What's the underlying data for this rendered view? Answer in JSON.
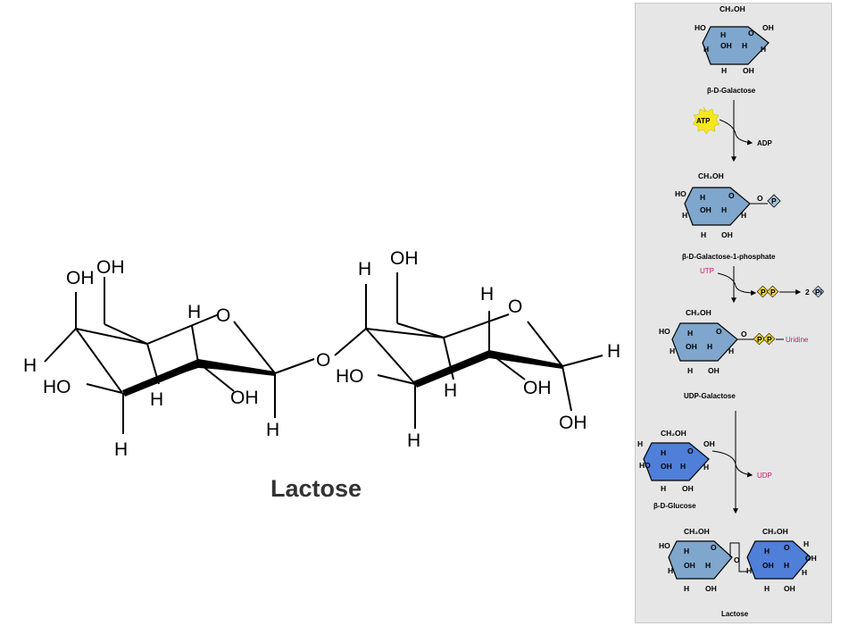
{
  "main": {
    "title": "Lactose",
    "ring1": {
      "oh_top": "OH",
      "oh_ch2": "OH",
      "h_left": "H",
      "ho_left": "HO",
      "h_bottom": "H",
      "h_mid": "H",
      "oh_low": "OH",
      "h_low": "H",
      "h_upper": "H",
      "o_ring": "O"
    },
    "bridge_o": "O",
    "ring2": {
      "h_top": "H",
      "oh_ch2": "OH",
      "h_upper": "H",
      "o_ring": "O",
      "h_right": "H",
      "ho_left": "HO",
      "h_mid": "H",
      "oh_mid": "OH",
      "h_bottom": "H",
      "oh_low": "OH"
    }
  },
  "pathway": {
    "galactose_label": "β-D-Galactose",
    "atp": "ATP",
    "adp": "ADP",
    "gal1p_label": "β-D-Galactose-1-phosphate",
    "utp": "UTP",
    "p": "P",
    "two": "2",
    "pi": "Pi",
    "udp_gal_label": "UDP-Galactose",
    "uridine": "Uridine",
    "udp": "UDP",
    "glucose_label": "β-D-Glucose",
    "lactose_label": "Lactose",
    "atoms": {
      "ch2oh": "CH₂OH",
      "oh": "OH",
      "ho": "HO",
      "h": "H",
      "o": "O"
    }
  },
  "colors": {
    "sugar_fill": "#7fa6cc",
    "glucose_fill": "#4f7fd8",
    "atp_yellow": "#f4e81c",
    "phosphate_yellow": "#f0d23a",
    "magenta": "#c8186e"
  }
}
